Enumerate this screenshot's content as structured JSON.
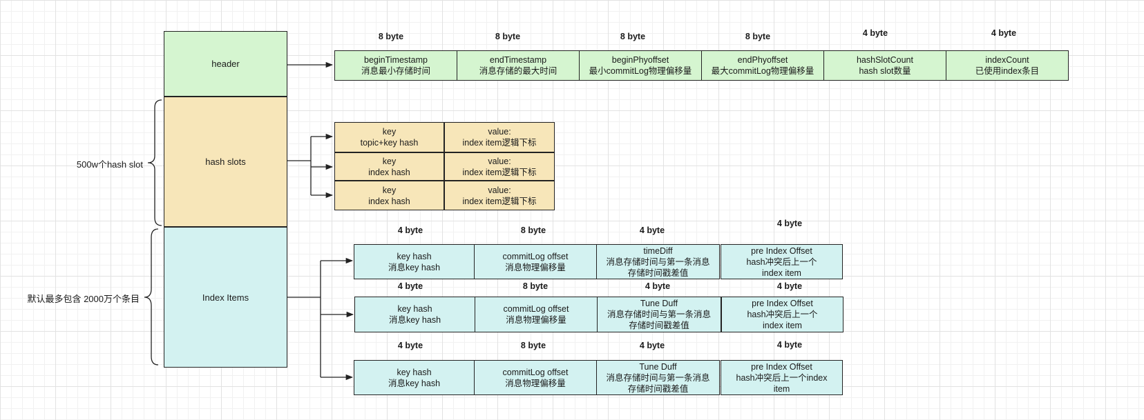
{
  "blocks": {
    "header": "header",
    "hash_slots": "hash slots",
    "index_items": "Index Items"
  },
  "side_labels": {
    "slots": "500w个hash slot",
    "items": "默认最多包含 2000万个条目"
  },
  "header_fields": [
    {
      "size": "8 byte",
      "name": "beginTimestamp",
      "desc": "消息最小存储时间"
    },
    {
      "size": "8 byte",
      "name": "endTimestamp",
      "desc": "消息存储的最大时间"
    },
    {
      "size": "8 byte",
      "name": "beginPhyoffset",
      "desc": "最小commitLog物理偏移量"
    },
    {
      "size": "8 byte",
      "name": "endPhyoffset",
      "desc": "最大commitLog物理偏移量"
    },
    {
      "size": "4 byte",
      "name": "hashSlotCount",
      "desc": "hash slot数量"
    },
    {
      "size": "4 byte",
      "name": "indexCount",
      "desc": "已使用index条目"
    }
  ],
  "slots": [
    {
      "key1": "key",
      "key2": "topic+key hash",
      "val1": "value:",
      "val2": "index item逻辑下标"
    },
    {
      "key1": "key",
      "key2": "index hash",
      "val1": "value:",
      "val2": "index item逻辑下标"
    },
    {
      "key1": "key",
      "key2": "index hash",
      "val1": "value:",
      "val2": "index item逻辑下标"
    }
  ],
  "index_rows": [
    {
      "sizes": [
        "4 byte",
        "8 byte",
        "4 byte",
        "4 byte"
      ],
      "cells": [
        [
          "key hash",
          "消息key hash"
        ],
        [
          "commitLog offset",
          "消息物理偏移量"
        ],
        [
          "timeDiff",
          "消息存储时间与第一条消息",
          "存储时间戳差值"
        ],
        [
          "pre Index Offset",
          "hash冲突后上一个",
          "index item"
        ]
      ]
    },
    {
      "sizes": [
        "4 byte",
        "8 byte",
        "4 byte",
        "4 byte"
      ],
      "cells": [
        [
          "key hash",
          "消息key hash"
        ],
        [
          "commitLog offset",
          "消息物理偏移量"
        ],
        [
          "Tune Duff",
          "消息存储时间与第一条消息",
          "存储时间戳差值"
        ],
        [
          "pre Index Offset",
          "hash冲突后上一个",
          "index item"
        ]
      ]
    },
    {
      "sizes": [
        "4 byte",
        "8 byte",
        "4 byte",
        "4 byte"
      ],
      "cells": [
        [
          "key hash",
          "消息key hash"
        ],
        [
          "commitLog offset",
          "消息物理偏移量"
        ],
        [
          "Tune Duff",
          "消息存储时间与第一条消息",
          "存储时间戳差值"
        ],
        [
          "pre Index Offset",
          "hash冲突后上一个index",
          "item"
        ]
      ]
    }
  ]
}
